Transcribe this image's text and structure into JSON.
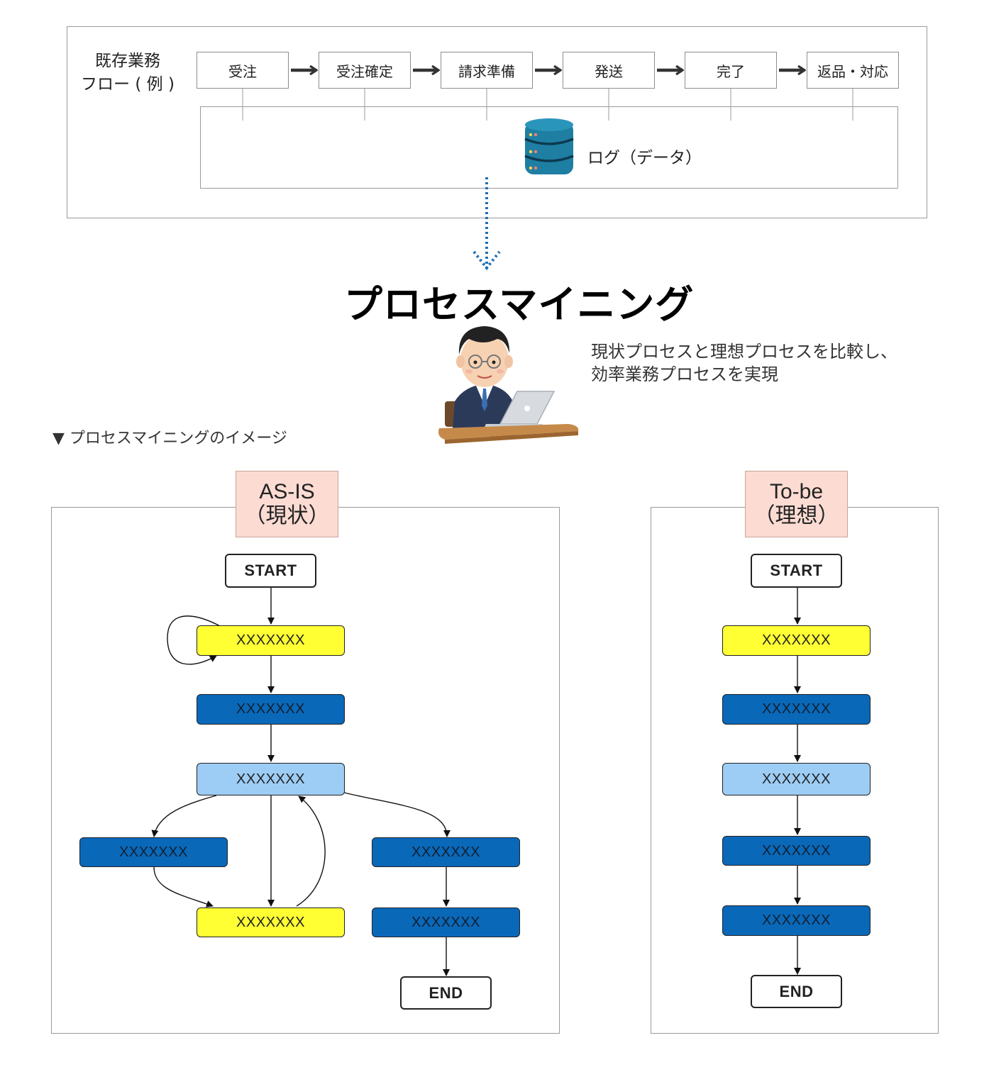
{
  "top": {
    "flow_title_line1": "既存業務",
    "flow_title_line2": "フロー ( 例 )",
    "steps": [
      "受注",
      "受注確定",
      "請求準備",
      "発送",
      "完了",
      "返品・対応"
    ],
    "log_label": "ログ（データ）",
    "log_icon": "database-icon"
  },
  "middle": {
    "title": "プロセスマイニング",
    "description_line1": "現状プロセスと理想プロセスを比較し、",
    "description_line2": "効率業務プロセスを実現",
    "person_icon": "businessman-laptop-icon"
  },
  "section": {
    "label": "▼ プロセスマイニングのイメージ"
  },
  "asis": {
    "title_line1": "AS-IS",
    "title_line2": "（現状）",
    "start": "START",
    "end": "END",
    "nodes": [
      "XXXXXXX",
      "XXXXXXX",
      "XXXXXXX",
      "XXXXXXX",
      "XXXXXXX",
      "XXXXXXX",
      "XXXXXXX"
    ]
  },
  "tobe": {
    "title_line1": "To-be",
    "title_line2": "（理想）",
    "start": "START",
    "end": "END",
    "nodes": [
      "XXXXXXX",
      "XXXXXXX",
      "XXXXXXX",
      "XXXXXXX",
      "XXXXXXX"
    ]
  },
  "colors": {
    "yellow": "#ffff33",
    "dark_blue": "#0a68b9",
    "light_blue": "#9dcdf5",
    "badge": "#fbdbd2",
    "dotted_arrow": "#1f6fb5"
  }
}
